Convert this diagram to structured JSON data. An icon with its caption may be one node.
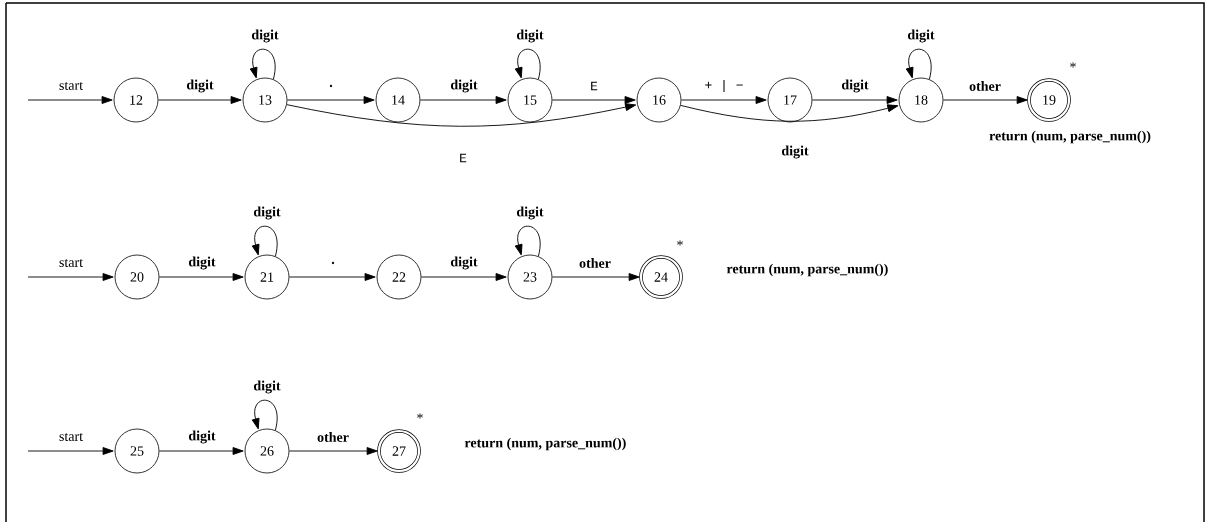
{
  "diagram": {
    "nodes": [
      {
        "text": [
          "12"
        ]
      },
      {
        "text": [
          "13"
        ]
      },
      {
        "text": [
          "14"
        ]
      },
      {
        "text": [
          "15"
        ]
      },
      {
        "text": [
          "16"
        ]
      },
      {
        "text": [
          "17"
        ]
      },
      {
        "text": [
          "18"
        ]
      },
      {
        "text": [
          "19"
        ],
        "beside": [
          "*",
          "return (num, parse_num())"
        ]
      },
      {
        "text": [
          "20"
        ]
      },
      {
        "text": [
          "21"
        ]
      },
      {
        "text": [
          "22"
        ]
      },
      {
        "text": [
          "23"
        ]
      },
      {
        "text": [
          "24"
        ],
        "beside": [
          "*",
          "return (num, parse_num())"
        ]
      },
      {
        "text": [
          "25"
        ]
      },
      {
        "text": [
          "26"
        ]
      },
      {
        "text": [
          "27"
        ],
        "beside": [
          "*",
          "return (num, parse_num())"
        ]
      }
    ],
    "edges": [
      {
        "from": null,
        "to": 0,
        "arrow": "to",
        "label": "start"
      },
      {
        "from": 0,
        "to": 1,
        "arrow": "to",
        "label": "digit"
      },
      {
        "from": 1,
        "to": 1,
        "arrow": "to",
        "label": "digit"
      },
      {
        "from": 1,
        "to": 2,
        "arrow": "to",
        "label": "."
      },
      {
        "from": 2,
        "to": 3,
        "arrow": "to",
        "label": "digit"
      },
      {
        "from": 3,
        "to": 3,
        "arrow": "to",
        "label": "digit"
      },
      {
        "from": 3,
        "to": 4,
        "arrow": "to",
        "label": "E"
      },
      {
        "from": 1,
        "to": 4,
        "arrow": "to",
        "label": "E"
      },
      {
        "from": 4,
        "to": 5,
        "arrow": "to",
        "label": "+ | −"
      },
      {
        "from": 5,
        "to": 6,
        "arrow": "to",
        "label": "digit"
      },
      {
        "from": 6,
        "to": 6,
        "arrow": "to",
        "label": "digit"
      },
      {
        "from": 4,
        "to": 6,
        "arrow": "to",
        "label": "digit"
      },
      {
        "from": 6,
        "to": 7,
        "arrow": "to",
        "label": "other"
      },
      {
        "from": null,
        "to": 8,
        "arrow": "to",
        "label": "start"
      },
      {
        "from": 8,
        "to": 9,
        "arrow": "to",
        "label": "digit"
      },
      {
        "from": 9,
        "to": 9,
        "arrow": "to",
        "label": "digit"
      },
      {
        "from": 9,
        "to": 10,
        "arrow": "to",
        "label": "."
      },
      {
        "from": 10,
        "to": 11,
        "arrow": "to",
        "label": "digit"
      },
      {
        "from": 11,
        "to": 11,
        "arrow": "to",
        "label": "digit"
      },
      {
        "from": 11,
        "to": 12,
        "arrow": "to",
        "label": "other"
      },
      {
        "from": null,
        "to": 13,
        "arrow": "to",
        "label": "start"
      },
      {
        "from": 13,
        "to": 14,
        "arrow": "to",
        "label": "digit"
      },
      {
        "from": 14,
        "to": 14,
        "arrow": "to",
        "label": "digit"
      },
      {
        "from": 14,
        "to": 15,
        "arrow": "to",
        "label": "other"
      }
    ]
  }
}
